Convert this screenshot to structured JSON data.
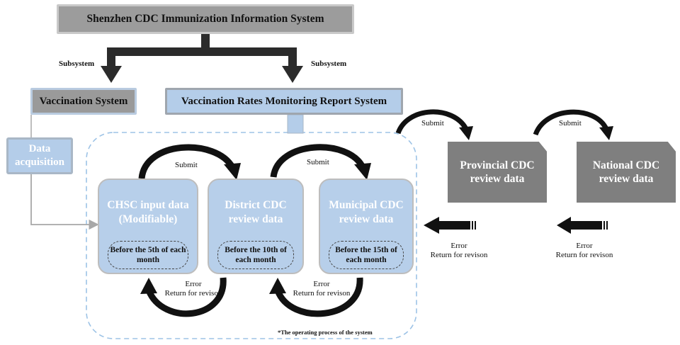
{
  "title": "Shenzhen CDC Immunization Information System",
  "subsystem_label": "Subsystem",
  "vaccination_system": "Vaccination System",
  "monitoring_system": "Vaccination Rates Monitoring Report System",
  "data_acquisition": "Data acquisition",
  "stages": [
    {
      "title": "CHSC input data (Modifiable)",
      "deadline": "Before the 5th of each month"
    },
    {
      "title": "District CDC review data",
      "deadline": "Before the 10th of each month"
    },
    {
      "title": "Municipal CDC review data",
      "deadline": "Before the 15th of each month"
    }
  ],
  "provincial": "Provincial CDC review data",
  "national": "National CDC review data",
  "submit_label": "Submit",
  "error_label": "Error",
  "return_label": "Return for revison",
  "footnote": "*The operating process of the system",
  "colors": {
    "light_blue": "#b7cfea",
    "dark_gray": "#7f7f7f",
    "mid_gray": "#9c9c9c",
    "dashed_border": "#9dc3e6"
  }
}
